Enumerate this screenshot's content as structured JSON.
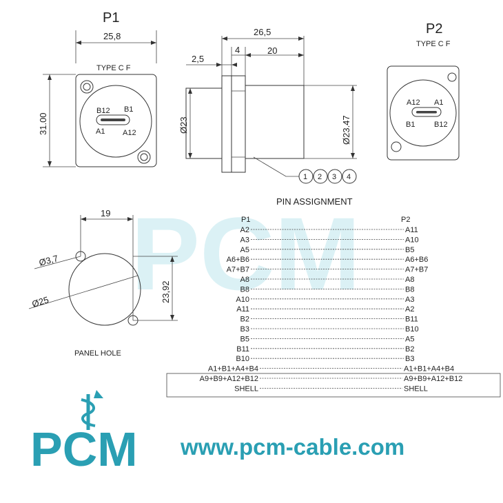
{
  "p1": {
    "title": "P1",
    "subtitle": "TYPE C F",
    "width_dim": "25,8",
    "height_dim": "31.00",
    "pins_top": [
      "B12",
      "B1"
    ],
    "pins_bottom": [
      "A1",
      "A12"
    ]
  },
  "p2": {
    "title": "P2",
    "subtitle": "TYPE C F",
    "pins_top": [
      "A12",
      "A1"
    ],
    "pins_bottom": [
      "B1",
      "B12"
    ]
  },
  "side": {
    "total_length": "26,5",
    "flange": "4",
    "body": "20",
    "offset": "2,5",
    "diameter_left": "Ø23",
    "diameter_right": "Ø23.47",
    "callouts": [
      "1",
      "2",
      "3",
      "4"
    ]
  },
  "panel": {
    "hole_spacing": "19",
    "small_hole": "Ø3,7",
    "big_hole": "Ø25",
    "height_dim": "23,92",
    "label": "PANEL HOLE"
  },
  "pin_assignment": {
    "title": "PIN  ASSIGNMENT",
    "col_p1": "P1",
    "col_p2": "P2",
    "rows": [
      {
        "p1": "A2",
        "p2": "A11"
      },
      {
        "p1": "A3",
        "p2": "A10"
      },
      {
        "p1": "A5",
        "p2": "B5"
      },
      {
        "p1": "A6+B6",
        "p2": "A6+B6"
      },
      {
        "p1": "A7+B7",
        "p2": "A7+B7"
      },
      {
        "p1": "A8",
        "p2": "A8"
      },
      {
        "p1": "B8",
        "p2": "B8"
      },
      {
        "p1": "A10",
        "p2": "A3"
      },
      {
        "p1": "A11",
        "p2": "A2"
      },
      {
        "p1": "B2",
        "p2": "B11"
      },
      {
        "p1": "B3",
        "p2": "B10"
      },
      {
        "p1": "B5",
        "p2": "A5"
      },
      {
        "p1": "B11",
        "p2": "B2"
      },
      {
        "p1": "B10",
        "p2": "B3"
      },
      {
        "p1": "A1+B1+A4+B4",
        "p2": "A1+B1+A4+B4"
      },
      {
        "p1": "A9+B9+A12+B12",
        "p2": "A9+B9+A12+B12"
      },
      {
        "p1": "SHELL",
        "p2": "SHELL"
      }
    ]
  },
  "brand": {
    "logo": "PCM",
    "url": "www.pcm-cable.com",
    "logo_color": "#2a9fb3"
  }
}
